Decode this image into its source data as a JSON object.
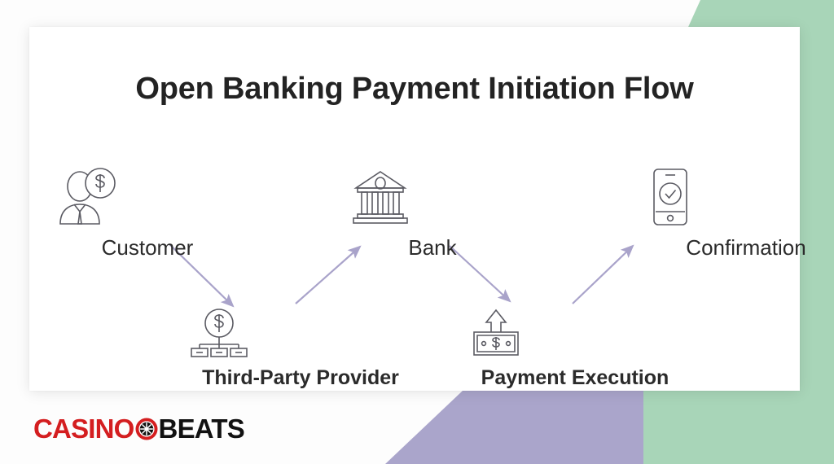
{
  "slide": {
    "title": "Open Banking Payment Initiation Flow",
    "background_color": "#fdfdfd",
    "card_color": "#ffffff",
    "accent_green": "#a8d5b8",
    "accent_purple": "#aaa5cb",
    "arrow_color": "#a9a3ca",
    "icon_stroke": "#5b5b63",
    "title_color": "#232323",
    "label_color": "#2b2b2b"
  },
  "diagram": {
    "nodes": [
      {
        "id": "customer",
        "label": "Customer",
        "icon": "customer-dollar-icon",
        "row": "top"
      },
      {
        "id": "bank",
        "label": "Bank",
        "icon": "bank-building-icon",
        "row": "top"
      },
      {
        "id": "confirmation",
        "label": "Confirmation",
        "icon": "phone-check-icon",
        "row": "top"
      },
      {
        "id": "tpp",
        "label": "Third-Party Provider",
        "icon": "dollar-network-icon",
        "row": "bottom"
      },
      {
        "id": "execution",
        "label": "Payment Execution",
        "icon": "banknote-arrow-up-icon",
        "row": "bottom"
      }
    ],
    "connections": [
      {
        "from": "customer",
        "to": "tpp",
        "direction": "down-right"
      },
      {
        "from": "tpp",
        "to": "bank",
        "direction": "up-right"
      },
      {
        "from": "bank",
        "to": "execution",
        "direction": "down-right"
      },
      {
        "from": "execution",
        "to": "confirmation",
        "direction": "up-right"
      }
    ]
  },
  "logo": {
    "first_word": "CASINO",
    "second_word": "BEATS",
    "mark": "roulette-wheel-icon",
    "first_word_color": "#d41e20",
    "second_word_color": "#111111"
  }
}
